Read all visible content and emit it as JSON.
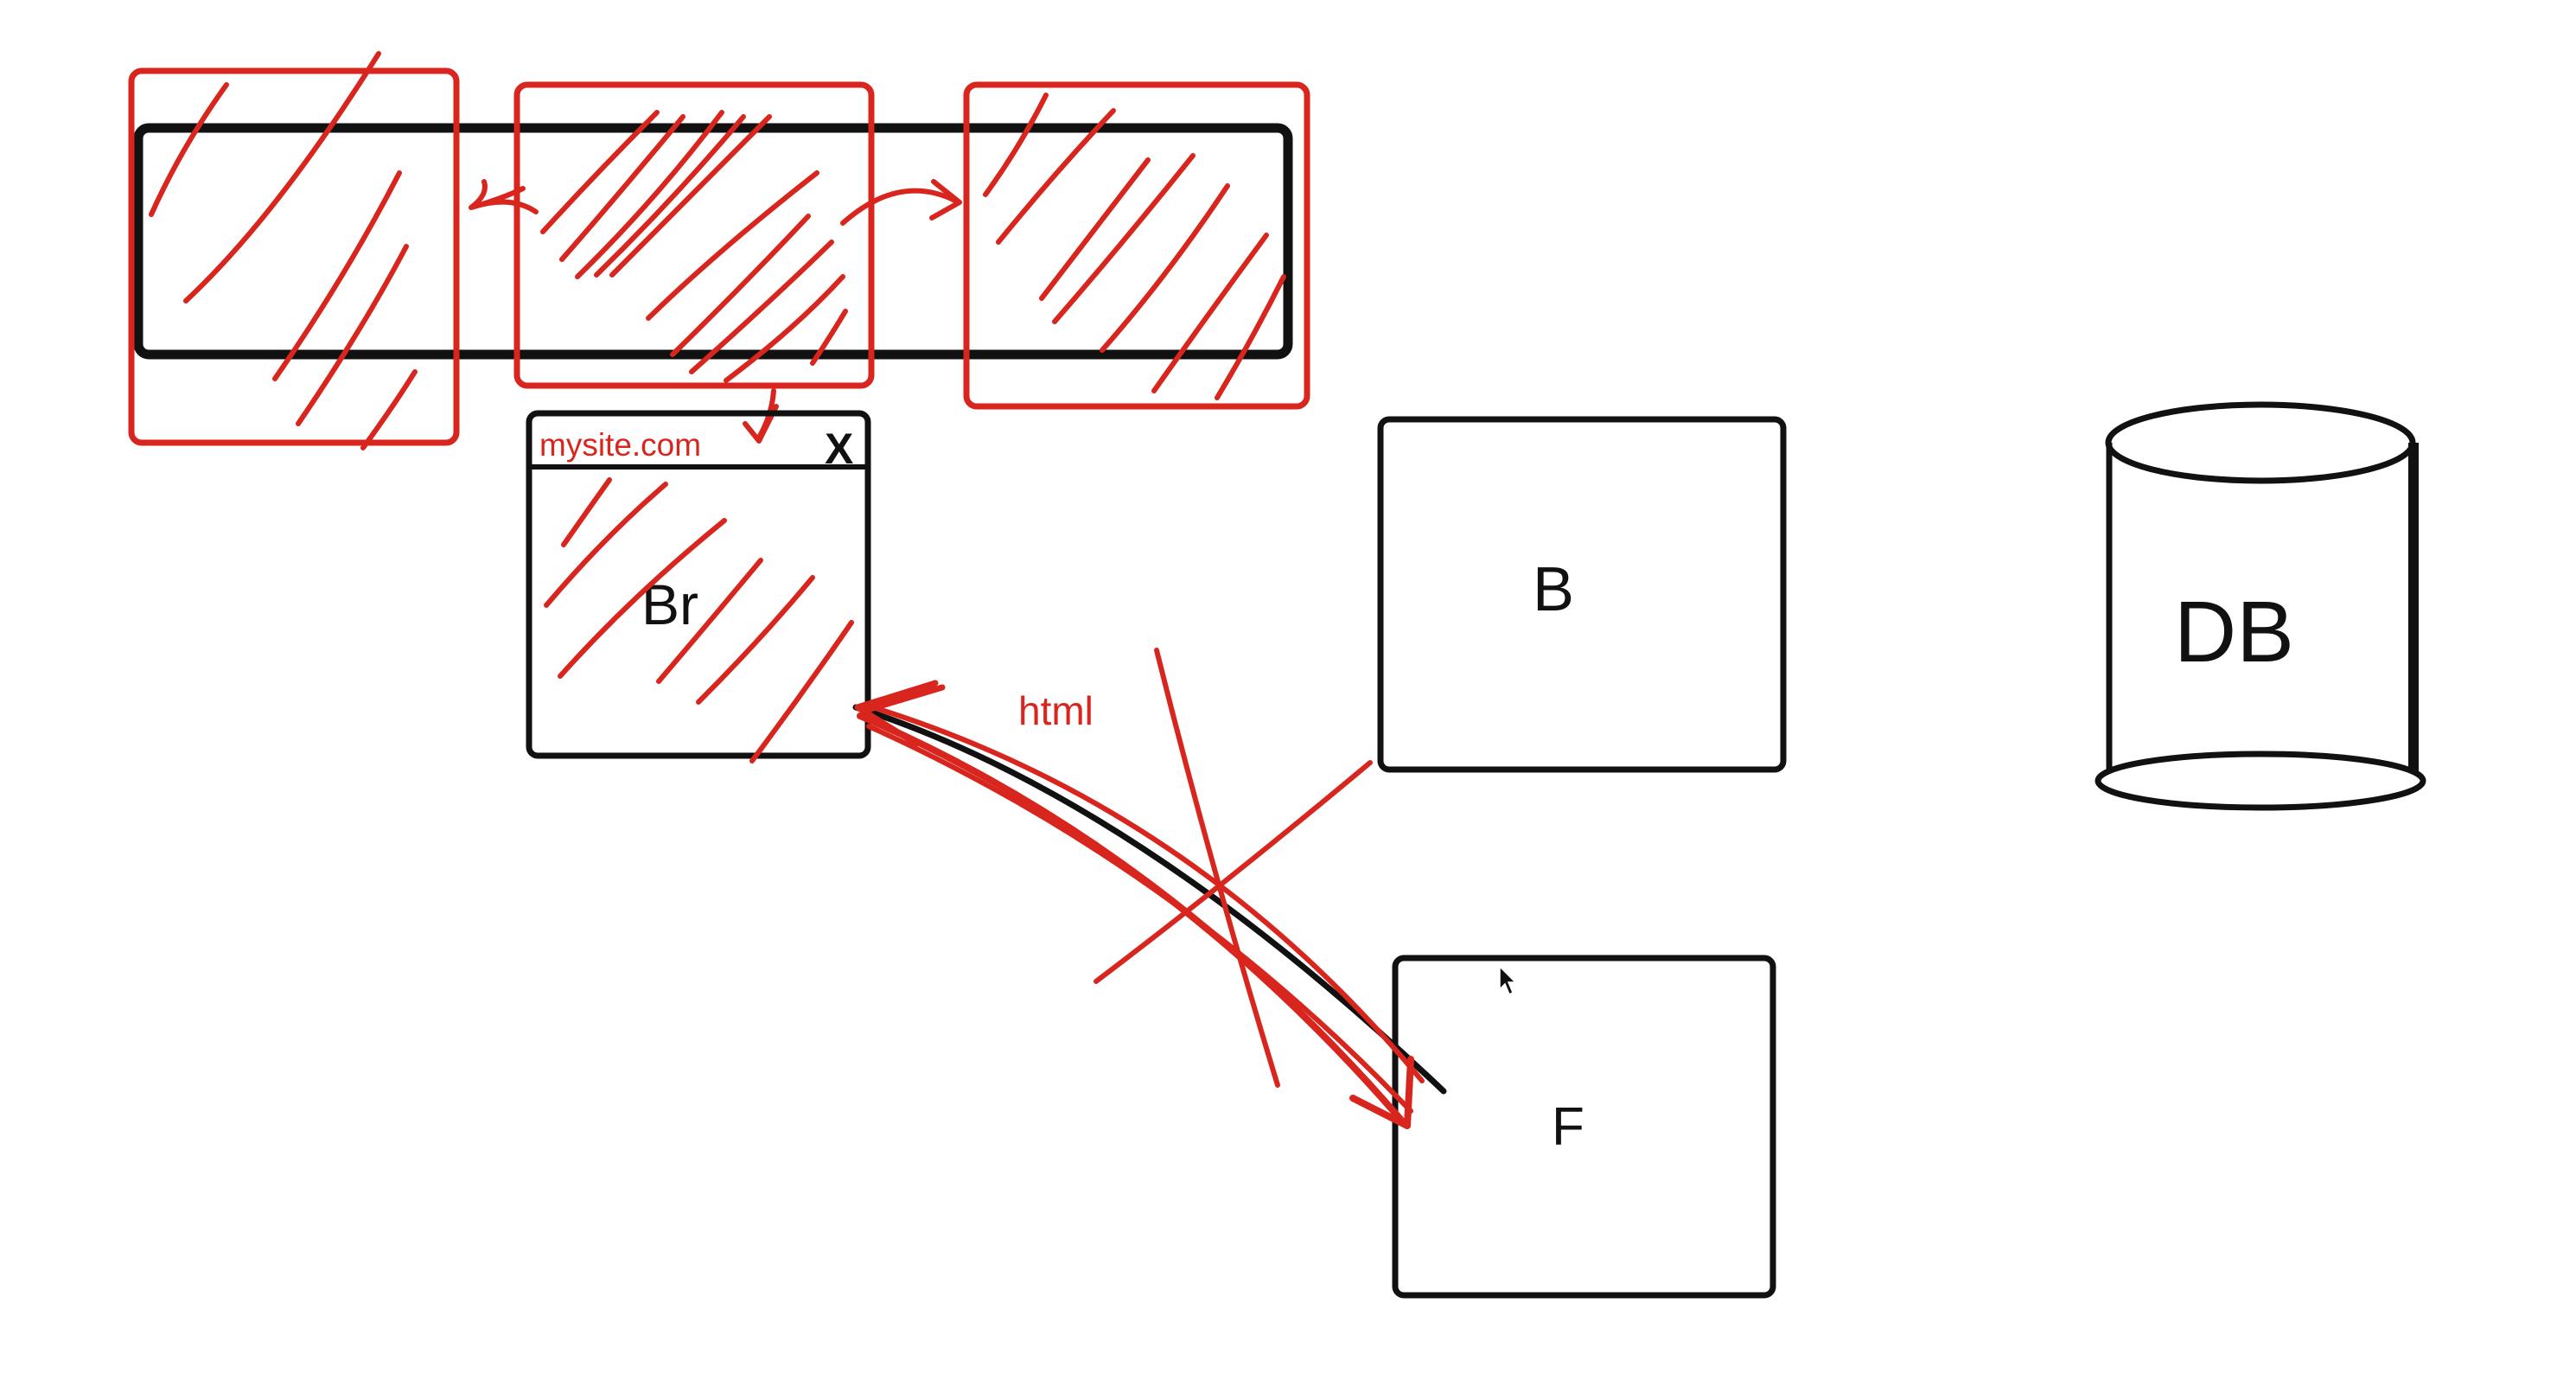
{
  "colors": {
    "ink": "#111111",
    "annotation": "#d8261e",
    "background": "#ffffff"
  },
  "browser": {
    "url": "mysite.com",
    "label": "Br"
  },
  "close_mark": "X",
  "nodes": {
    "backend": {
      "label": "B"
    },
    "frontend": {
      "label": "F"
    },
    "database": {
      "label": "DB"
    }
  },
  "annotations": {
    "response_label": "html"
  },
  "icons": {
    "cursor": "mouse-pointer-icon"
  }
}
